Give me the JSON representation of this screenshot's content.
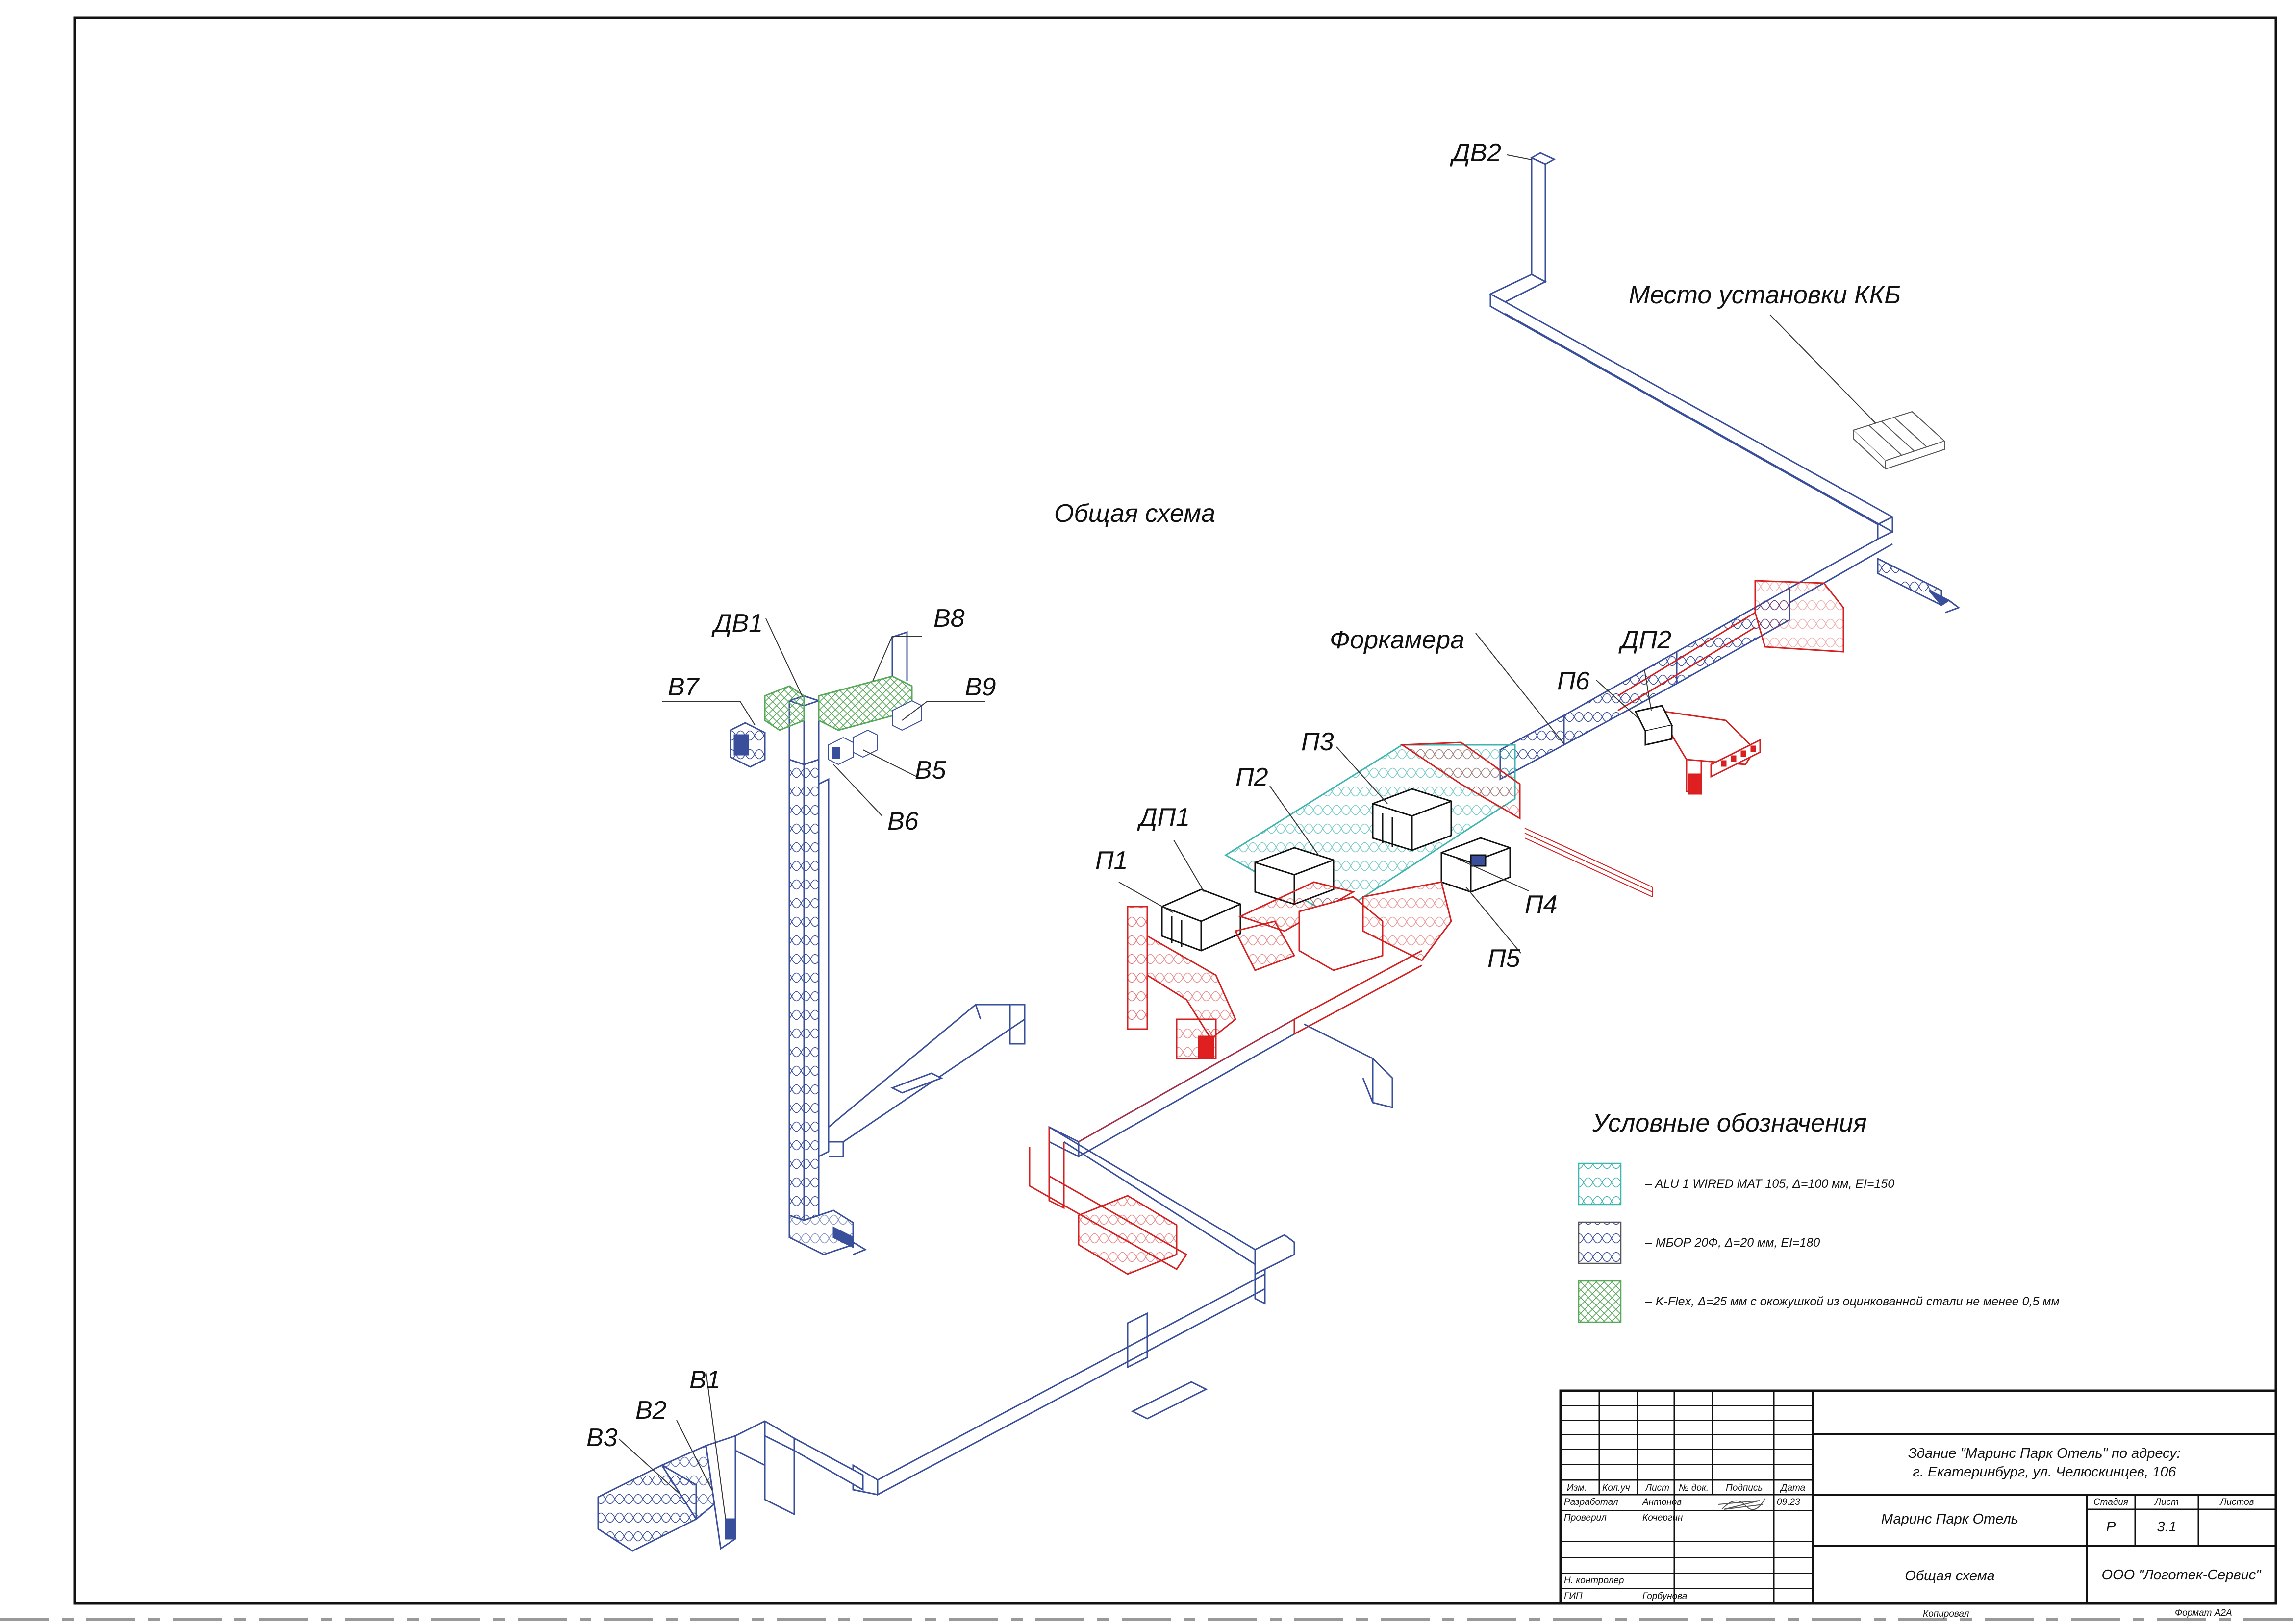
{
  "drawing": {
    "title": "Общая схема",
    "units": {
      "DV2": "ДВ2",
      "DV1": "ДВ1",
      "DP1": "ДП1",
      "DP2": "ДП2",
      "P1": "П1",
      "P2": "П2",
      "P3": "П3",
      "P4": "П4",
      "P5": "П5",
      "P6": "П6",
      "V1": "В1",
      "V2": "В2",
      "V3": "В3",
      "V5": "В5",
      "V6": "В6",
      "V7": "В7",
      "V8": "В8",
      "V9": "В9"
    },
    "kkb_place": "Место установки ККБ",
    "forkamera": "Форкамера"
  },
  "legend": {
    "title": "Условные обозначения",
    "items": [
      {
        "text": "– ALU 1 WIRED MAT 105, Δ=100 мм, EI=150",
        "color": "#3fb5b0"
      },
      {
        "text": "– МБОР 20Ф, Δ=20 мм, EI=180",
        "color": "#555555"
      },
      {
        "text": "– K-Flex, Δ=25 мм с окожушкой из оцинкованной стали не менее 0,5 мм",
        "color": "#4caf50"
      }
    ]
  },
  "title_block": {
    "headers": [
      "Изм.",
      "Кол.уч",
      "Лист",
      "№ док.",
      "Подпись",
      "Дата"
    ],
    "rows": [
      {
        "role": "Разработал",
        "name": "Антонов",
        "date": "09.23"
      },
      {
        "role": "Проверил",
        "name": "Кочергин",
        "date": ""
      },
      {
        "role": "Н. контролер",
        "name": "",
        "date": ""
      },
      {
        "role": "ГИП",
        "name": "Горбунова",
        "date": ""
      }
    ],
    "object_line1": "Здание \"Маринс Парк Отель\" по адресу:",
    "object_line2": "г. Екатеринбург, ул. Челюскинцев, 106",
    "project_name": "Маринс Парк Отель",
    "sheet_name": "Общая схема",
    "stage_label": "Стадия",
    "sheet_label": "Лист",
    "sheets_label": "Листов",
    "stage": "Р",
    "sheet": "3.1",
    "sheets": "",
    "company": "ООО \"Логотек-Сервис\"",
    "copied": "Копировал",
    "format": "Формат А2А"
  },
  "colors": {
    "frame": "#111111",
    "duct_blue": "#3a4f9c",
    "duct_red": "#d42020",
    "duct_green": "#58a85a",
    "duct_teal": "#3fb5b0"
  }
}
